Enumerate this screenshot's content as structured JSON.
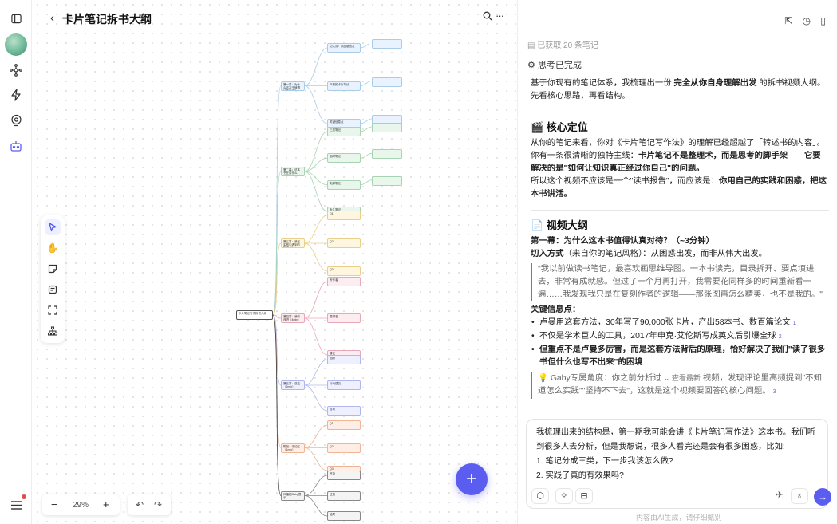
{
  "canvas": {
    "title": "卡片笔记拆书大纲",
    "zoom": "29%",
    "zoom_minus": "−",
    "zoom_plus": "+"
  },
  "mindmap": {
    "root": "卡片笔记写作拆书大纲",
    "branches": [
      {
        "label": "第一幕：为什么这本书值得认真对待？（3min）",
        "color": "#e8f3ff",
        "border": "#a9cde8",
        "children": [
          "切入点：从困惑出发",
          "卢曼的卡片笔记",
          "关键信息点"
        ]
      },
      {
        "label": "第二幕：这本书在讲什么（4min）",
        "color": "#e9f6ec",
        "border": "#a7d4b2",
        "children": [
          "三类笔记",
          "临时笔记",
          "文献笔记",
          "永久笔记"
        ]
      },
      {
        "label": "第三幕：我在实践中遇到的困惑（5min）",
        "color": "#fff6df",
        "border": "#e8cf8a",
        "children": [
          "Q1",
          "Q2",
          "Q3"
        ]
      },
      {
        "label": "第四幕：我的改进（4min）",
        "color": "#fdecf0",
        "border": "#e7a9b8",
        "children": [
          "写作者",
          "整理者",
          "建议"
        ]
      },
      {
        "label": "第五幕：总结（2min）",
        "color": "#eef0ff",
        "border": "#b0b6ee",
        "children": [
          "回顾",
          "行动建议",
          "互动"
        ]
      },
      {
        "label": "附加：评论区（1min）",
        "color": "#ffeee6",
        "border": "#efb596",
        "children": [
          "Q1",
          "Q2",
          "Q3"
        ]
      },
      {
        "label": "口播稿Gaby提示",
        "color": "#f4f4f4",
        "border": "#888888",
        "children": [
          "开场",
          "过渡",
          "结尾"
        ]
      }
    ]
  },
  "tools": [
    "select",
    "hand",
    "sticky-note",
    "note",
    "frame",
    "mindmap"
  ],
  "panel": {
    "fetched_note": "已获取 20 条笔记",
    "think_done": "思考已完成",
    "intro_a": "基于你现有的笔记体系，我梳理出一份",
    "intro_b": "完全从你自身理解出发",
    "intro_c": "的拆书视频大纲。先看核心思路，再看结构。",
    "h_core": "🎬 核心定位",
    "core_1": "从你的笔记来看，你对《卡片笔记写作法》的理解已经超越了「转述书的内容」。你有一条很清晰的独特主线：",
    "core_1b": "卡片笔记不是整理术，而是思考的脚手架——它要解决的是\"如何让知识真正经过你自己\"的问题。",
    "core_2": "所以这个视频不应该是一个\"读书报告\"，而应该是：",
    "core_2b": "你用自己的实践和困惑，把这本书讲活。",
    "h_outline": "📄 视频大纲",
    "act1": "第一幕：为什么这本书值得认真对待？（~3分钟）",
    "act1_entry_a": "切入方式",
    "act1_entry_b": "（来自你的笔记风格）：从困惑出发，而非从伟大出发。",
    "quote": "\"我以前做读书笔记，最喜欢画思维导图。一本书读完，目录拆开、要点填进去，非常有成就感。但过了一个月再打开，我需要花同样多的时间重新看一遍……我发现我只是在复刻作者的逻辑——那张图再怎么精美，也不是我的。\"",
    "key_points": "关键信息点：",
    "bullets": [
      {
        "text": "卢曼用这套方法，30年写了90,000张卡片，产出58本书、数百篇论文",
        "cite": "1",
        "bold": false
      },
      {
        "text": "不仅是学术巨人的工具，2017年申克·艾伦斯写成英文后引爆全球",
        "cite": "2",
        "bold": false
      },
      {
        "text": "但重点不是卢曼多厉害，而是这套方法背后的原理，恰好解决了我们\"读了很多书但什么也写不出来\"的困境",
        "cite": "",
        "bold": true
      }
    ],
    "gaby_a": "💡 Gaby专属角度：你之前分析过",
    "gaby_toggle": "查看最新",
    "gaby_b": "视频，发现评论里高频提到\"不知道怎么实践\"\"坚持不下去\"，这就是这个视频要回答的核心问题。",
    "gaby_cite": "3",
    "input_lines": [
      "我梳理出来的结构是，第一期我可能会讲《卡片笔记写作法》这本书。我们听到很多人去分析，但是我想说，很多人看完还是会有很多困惑，比如:",
      "1. 笔记分成三类，下一步我该怎么做?",
      "2. 实践了真的有效果吗?"
    ],
    "footnote": "内容由AI生成，请仔细甄别"
  }
}
